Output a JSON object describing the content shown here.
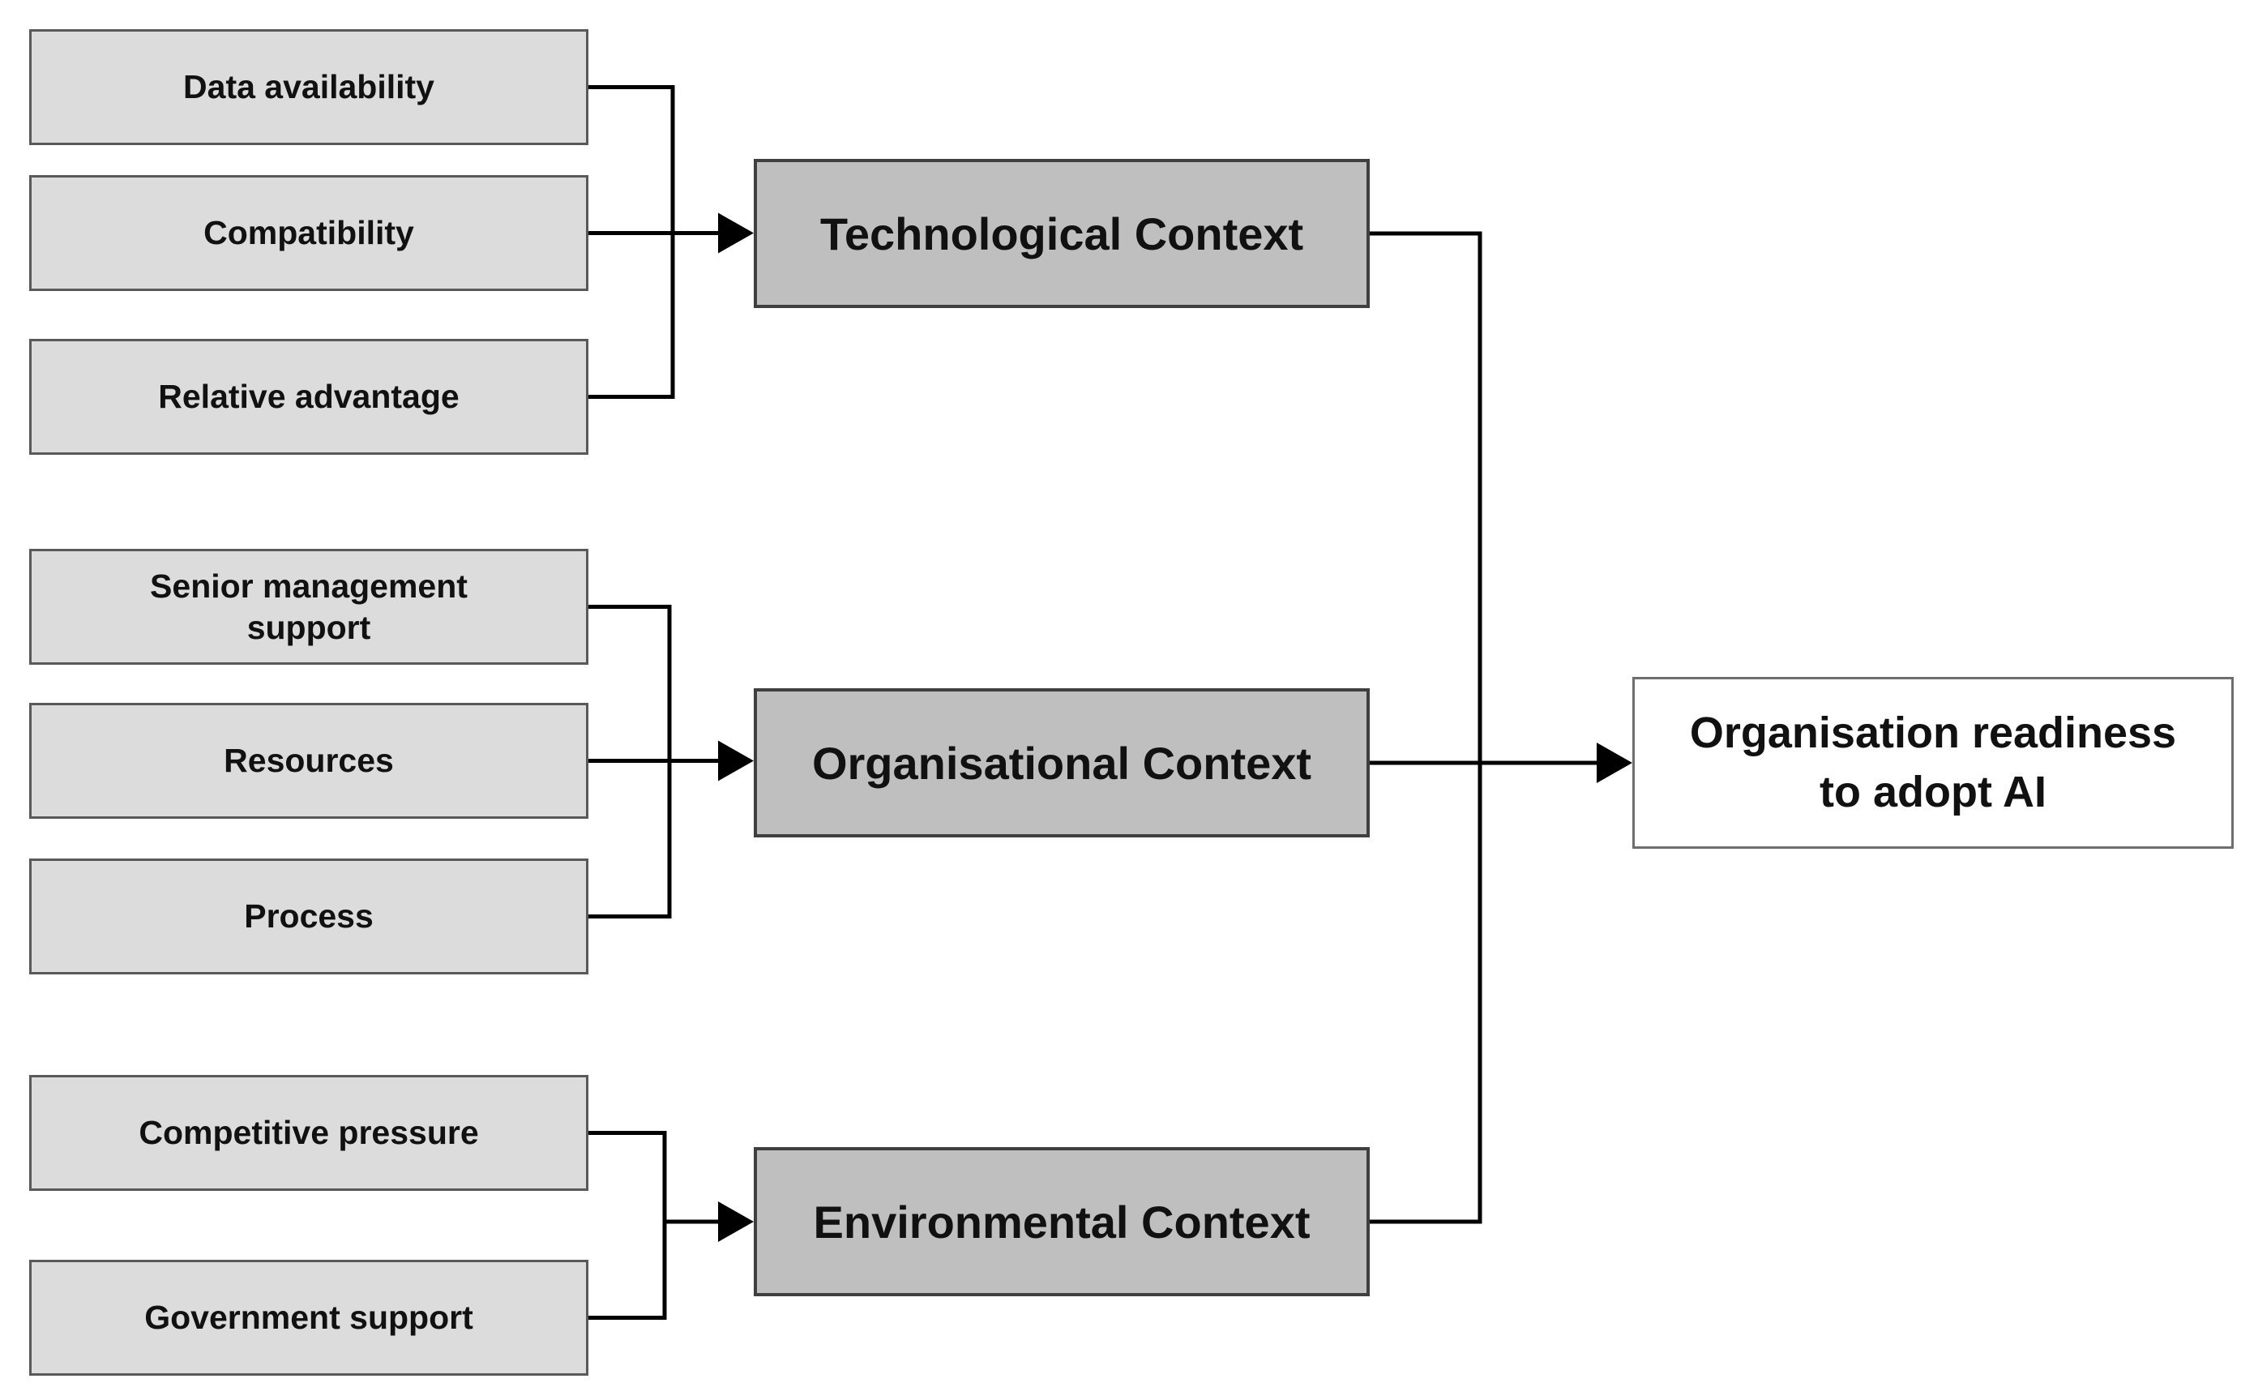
{
  "diagram": {
    "type": "framework-flow-diagram",
    "groups": [
      {
        "context": "Technological Context",
        "factors": [
          "Data availability",
          "Compatibility",
          "Relative advantage"
        ]
      },
      {
        "context": "Organisational Context",
        "factors": [
          "Senior management\nsupport",
          "Resources",
          "Process"
        ]
      },
      {
        "context": "Environmental Context",
        "factors": [
          "Competitive pressure",
          "Government support"
        ]
      }
    ],
    "outcome": "Organisation readiness\nto adopt AI"
  },
  "colors": {
    "factor_box_fill": "#dcdcdc",
    "factor_box_border": "#595959",
    "context_box_fill": "#bfbfbf",
    "context_box_border": "#3f3f3f",
    "outcome_box_fill": "#ffffff",
    "outcome_box_border": "#6e6e6e",
    "connector": "#000000",
    "text": "#111111"
  }
}
